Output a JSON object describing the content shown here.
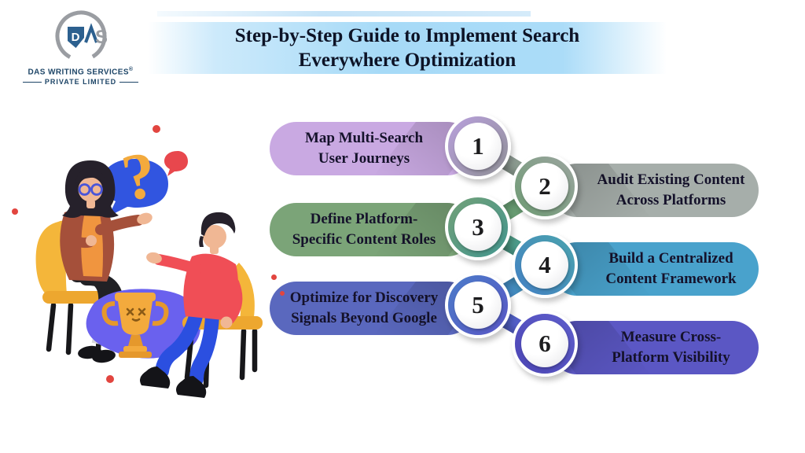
{
  "header": {
    "title_line1": "Step-by-Step Guide to Implement Search",
    "title_line2": "Everywhere Optimization",
    "banner_color": "#a6daf7",
    "title_color": "#0d1326"
  },
  "logo": {
    "monogram_d": "D",
    "monogram_s": "S",
    "company_line1": "DAS WRITING SERVICES",
    "registered_mark": "®",
    "company_line2": "PRIVATE LIMITED",
    "text_color": "#1d4567"
  },
  "step_text_color": "#15122b",
  "number_color": "#1c1c1e",
  "steps": [
    {
      "number": "1",
      "label_line1": "Map Multi-Search",
      "label_line2": "User Journeys",
      "side": "left",
      "pill_color": "#c9a9e2",
      "ring_from": "#b9a0dd",
      "ring_to": "#8f9096"
    },
    {
      "number": "2",
      "label_line1": "Audit Existing Content",
      "label_line2": "Across Platforms",
      "side": "right",
      "pill_color": "#a6aeaa",
      "ring_from": "#9aa49e",
      "ring_to": "#6e9b74"
    },
    {
      "number": "3",
      "label_line1": "Define Platform-",
      "label_line2": "Specific Content Roles",
      "side": "left",
      "pill_color": "#7ba478",
      "ring_from": "#72a077",
      "ring_to": "#43968f"
    },
    {
      "number": "4",
      "label_line1": "Build a Centralized",
      "label_line2": "Content Framework",
      "side": "right",
      "pill_color": "#49a2cc",
      "ring_from": "#4aa3ad",
      "ring_to": "#4380c4"
    },
    {
      "number": "5",
      "label_line1": "Optimize for Discovery",
      "label_line2": "Signals Beyond Google",
      "side": "left",
      "pill_color": "#5a68be",
      "ring_from": "#4b7cc8",
      "ring_to": "#5956c6"
    },
    {
      "number": "6",
      "label_line1": "Measure Cross-",
      "label_line2": "Platform Visibility",
      "side": "right",
      "pill_color": "#5b57c4",
      "ring_from": "#5e5ecb",
      "ring_to": "#4c45b5"
    }
  ],
  "connectors": [
    {
      "from": "#97989d",
      "to": "#7d9c80"
    },
    {
      "from": "#6f9c72",
      "to": "#609a71"
    },
    {
      "from": "#579a70",
      "to": "#3f98a1"
    },
    {
      "from": "#3e9fb0",
      "to": "#4577c8"
    },
    {
      "from": "#4a6ac6",
      "to": "#5a52c6"
    }
  ],
  "illustration": {
    "description": "Two people seated on yellow chairs in discussion with a question speech bubble and a trophy",
    "question_mark": "?",
    "palette": {
      "chair": "#f4b63a",
      "skin": "#f0b794",
      "hair": "#26212b",
      "glasses": "#4a55d8",
      "woman_jacket": "#a5503a",
      "woman_shirt": "#f0953f",
      "man_sweater": "#f04e56",
      "man_pants": "#2b4fe0",
      "speech_bubble": "#3155e0",
      "chat_dot_bubble": "#e8474d",
      "trophy": "#f3aa3d",
      "trophy_blob": "#6a61ee",
      "accent_dots": "#e2453f"
    }
  }
}
